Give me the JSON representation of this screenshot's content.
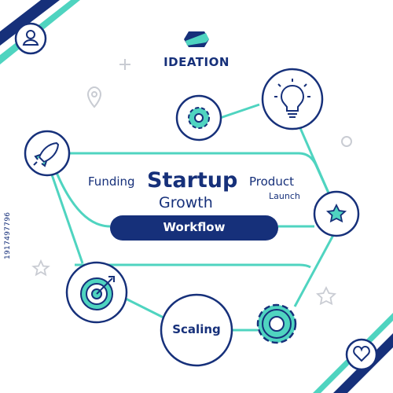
{
  "brand": {
    "name": "IDEATION"
  },
  "center": {
    "funding": "Funding",
    "startup": "Startup",
    "product": "Product",
    "launch": "Launch",
    "growth": "Growth",
    "workflow": "Workflow"
  },
  "nodes": {
    "scaling": "Scaling"
  },
  "watermark": {
    "id": "1917497796"
  },
  "colors": {
    "navy": "#16307a",
    "teal": "#4fd4c0",
    "accent": "#2fc2ae",
    "gray": "#c9ccd3"
  },
  "icons": [
    "logo-icon",
    "user-icon",
    "heart-icon",
    "gear-icon",
    "lightbulb-icon",
    "rocket-icon",
    "star-icon",
    "target-icon",
    "location-pin-icon"
  ]
}
